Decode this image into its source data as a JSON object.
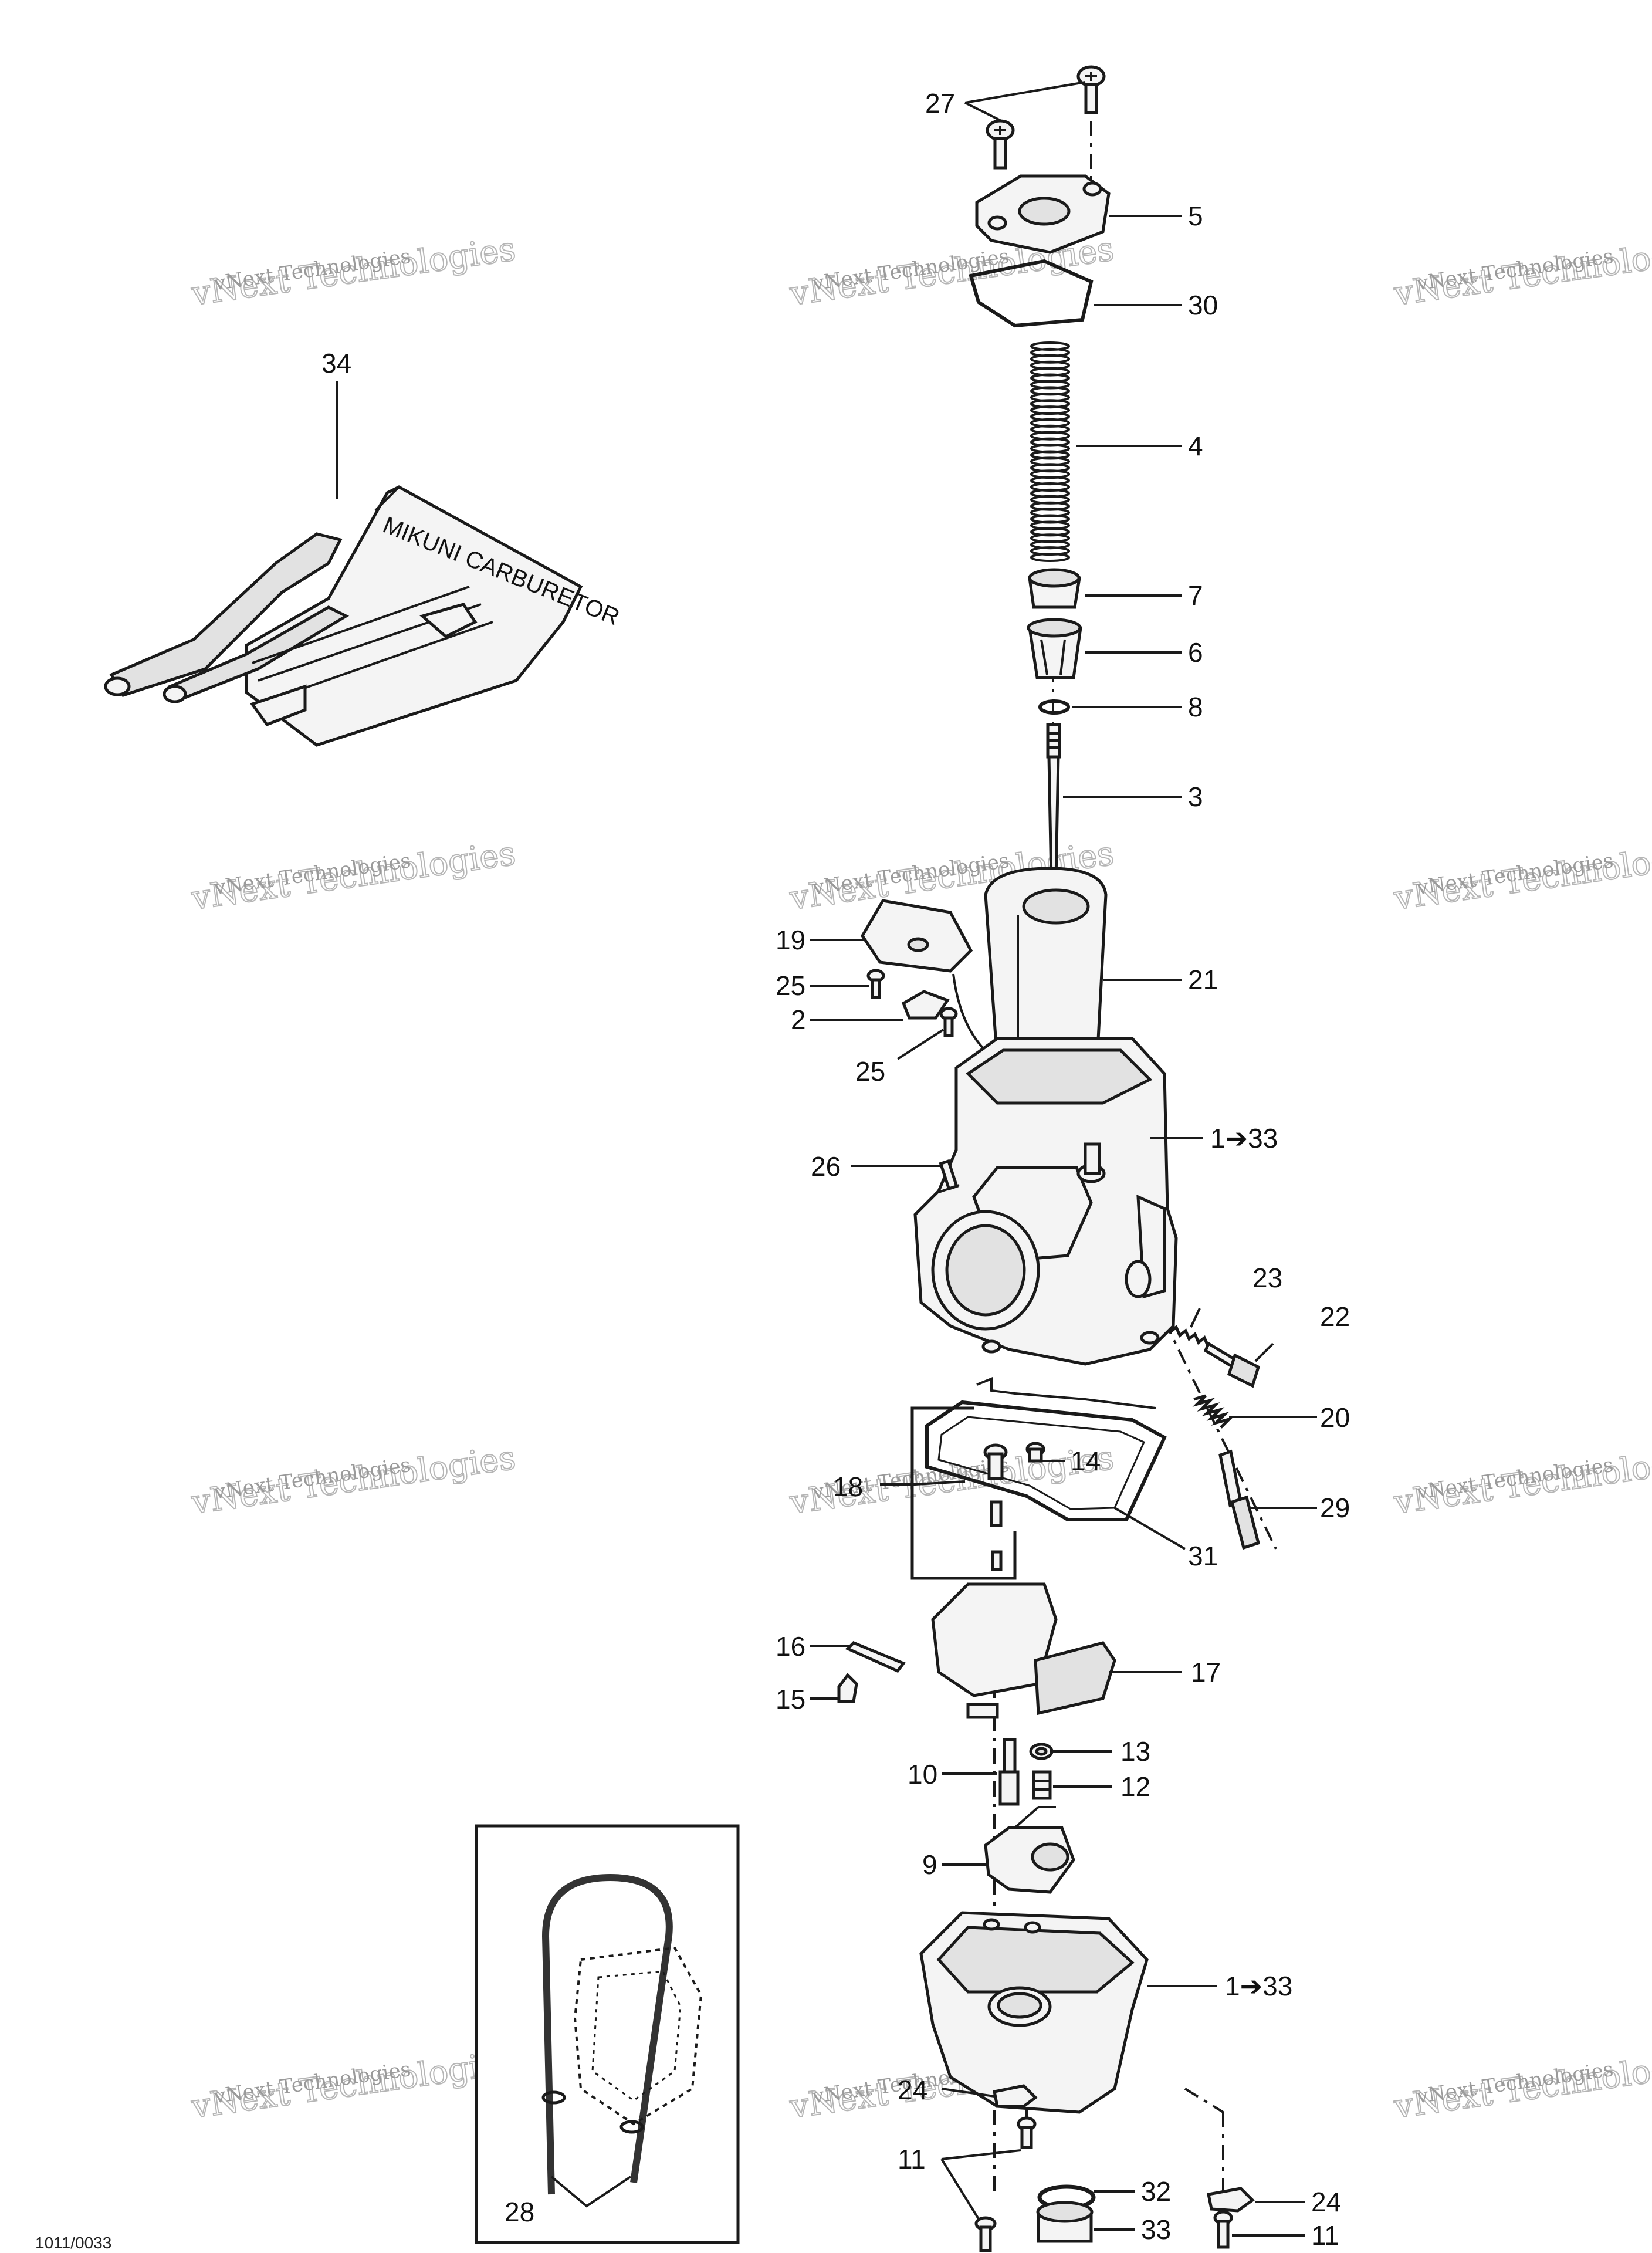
{
  "callouts": [
    {
      "id": "c27",
      "text": "27"
    },
    {
      "id": "c5",
      "text": "5"
    },
    {
      "id": "c30",
      "text": "30"
    },
    {
      "id": "c34",
      "text": "34"
    },
    {
      "id": "c4",
      "text": "4"
    },
    {
      "id": "c7",
      "text": "7"
    },
    {
      "id": "c6",
      "text": "6"
    },
    {
      "id": "c8",
      "text": "8"
    },
    {
      "id": "c3",
      "text": "3"
    },
    {
      "id": "c19",
      "text": "19"
    },
    {
      "id": "c21",
      "text": "21"
    },
    {
      "id": "c25a",
      "text": "25"
    },
    {
      "id": "c2",
      "text": "2"
    },
    {
      "id": "c25b",
      "text": "25"
    },
    {
      "id": "c1a",
      "text": "1➔33"
    },
    {
      "id": "c26",
      "text": "26"
    },
    {
      "id": "c23",
      "text": "23"
    },
    {
      "id": "c22",
      "text": "22"
    },
    {
      "id": "c20",
      "text": "20"
    },
    {
      "id": "c14",
      "text": "14"
    },
    {
      "id": "c18",
      "text": "18"
    },
    {
      "id": "c29",
      "text": "29"
    },
    {
      "id": "c31",
      "text": "31"
    },
    {
      "id": "c16",
      "text": "16"
    },
    {
      "id": "c17",
      "text": "17"
    },
    {
      "id": "c15",
      "text": "15"
    },
    {
      "id": "c13",
      "text": "13"
    },
    {
      "id": "c10",
      "text": "10"
    },
    {
      "id": "c12",
      "text": "12"
    },
    {
      "id": "c9",
      "text": "9"
    },
    {
      "id": "c1b",
      "text": "1➔33"
    },
    {
      "id": "c24a",
      "text": "24"
    },
    {
      "id": "c11a",
      "text": "11"
    },
    {
      "id": "c32",
      "text": "32"
    },
    {
      "id": "c33",
      "text": "33"
    },
    {
      "id": "c24b",
      "text": "24"
    },
    {
      "id": "c11b",
      "text": "11"
    },
    {
      "id": "c28",
      "text": "28"
    }
  ],
  "watermark": {
    "line1": "vNext Technologies",
    "line2": "vNext Technologies"
  },
  "tool_kit_text": "MIKUNI CARBURETOR",
  "figure_code": "1011/0033"
}
